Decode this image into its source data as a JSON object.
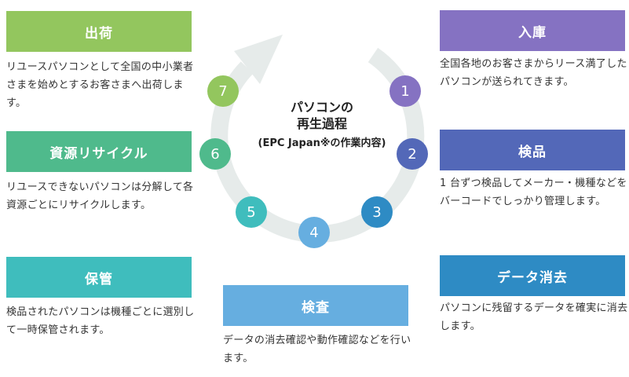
{
  "center": {
    "title_line1": "パソコンの",
    "title_line2": "再生過程",
    "subtitle": "(EPC Japan※の作業内容)"
  },
  "steps": [
    {
      "number": "1",
      "title": "入庫",
      "description": "全国各地のお客さまからリース満了したパソコンが送られてきます。",
      "color": "#8572c2"
    },
    {
      "number": "2",
      "title": "検品",
      "description": "1 台ずつ検品してメーカー・機種などをバーコードでしっかり管理します。",
      "color": "#5368b8"
    },
    {
      "number": "3",
      "title": "データ消去",
      "description": "パソコンに残留するデータを確実に消去します。",
      "color": "#2e8bc4"
    },
    {
      "number": "4",
      "title": "検査",
      "description": "データの消去確認や動作確認などを行います。",
      "color": "#66aee0"
    },
    {
      "number": "5",
      "title": "保管",
      "description": "検品されたパソコンは機種ごとに選別して一時保管されます。",
      "color": "#3fbdbd"
    },
    {
      "number": "6",
      "title": "資源リサイクル",
      "description": "リユースできないパソコンは分解して各資源ごとにリサイクルします。",
      "color": "#4fba8c"
    },
    {
      "number": "7",
      "title": "出荷",
      "description": "リユースパソコンとして全国の中小業者さまを始めとするお客さまへ出荷します。",
      "color": "#93c65e"
    }
  ]
}
